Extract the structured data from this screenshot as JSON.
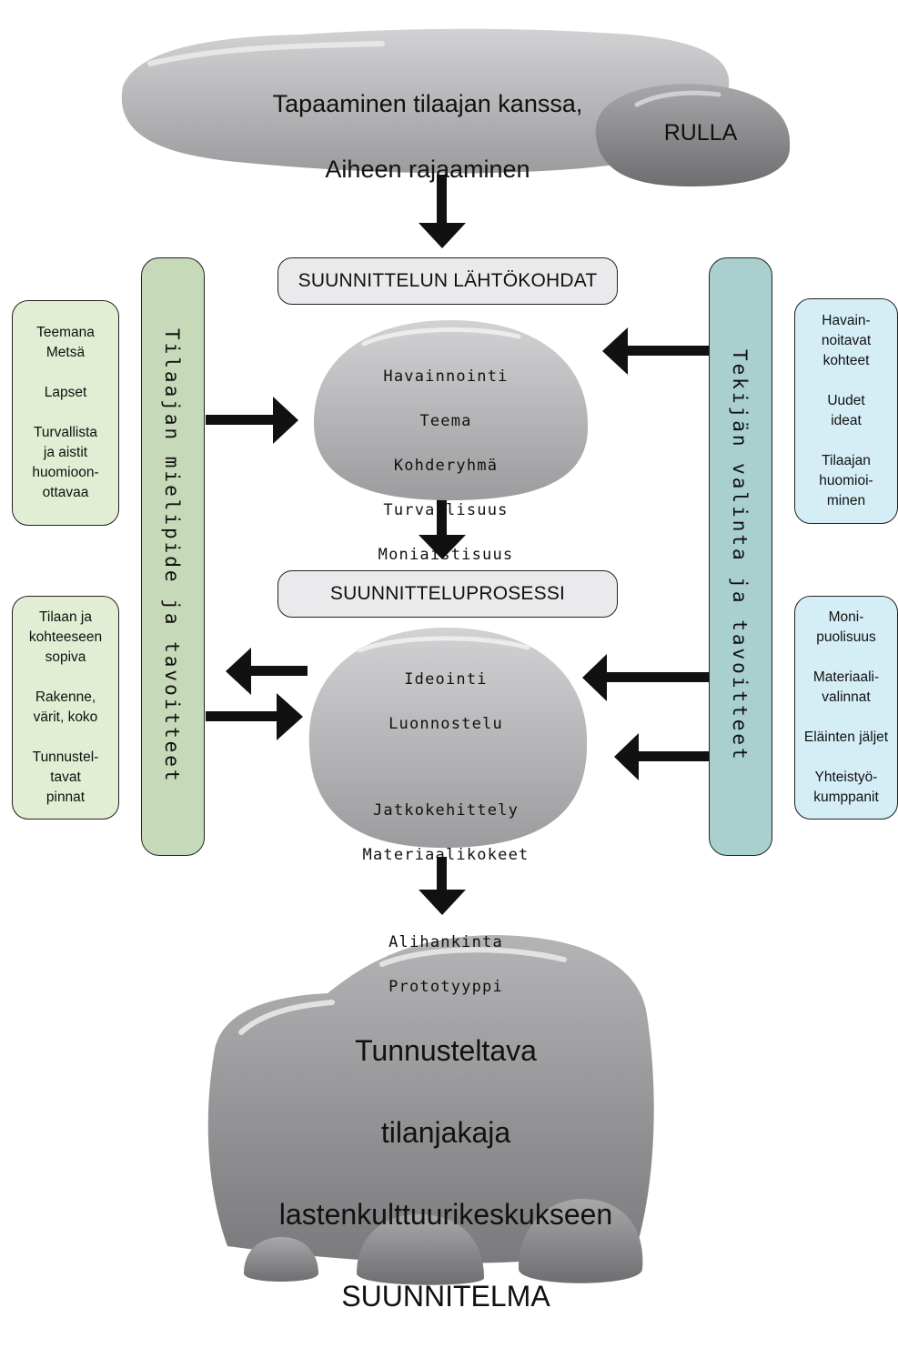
{
  "top": {
    "line1": "Tapaaminen tilaajan kanssa,",
    "line2": "Aiheen rajaaminen",
    "rulla": "RULLA"
  },
  "stage1": {
    "label": "SUUNNITTELUN LÄHTÖKOHDAT",
    "items": [
      "Havainnointi",
      "Teema",
      "Kohderyhmä",
      "Turvallisuus",
      "Moniaistisuus"
    ]
  },
  "stage2": {
    "label": "SUUNNITTELUPROSESSI",
    "items": [
      "Ideointi",
      "Luonnostelu",
      "Jatkokehittely",
      "Materiaalikokeet",
      "Alihankinta",
      "Prototyyppi"
    ]
  },
  "left_bar": "Tilaajan mielipide ja tavoitteet",
  "right_bar": "Tekijän valinta ja tavoitteet",
  "left_box1": {
    "g1": "Teemana\nMetsä",
    "g2": "Lapset",
    "g3": "Turvallista\nja aistit\nhuomioon-\nottavaa"
  },
  "left_box2": {
    "g1": "Tilaan ja\nkohteeseen\nsopiva",
    "g2": "Rakenne,\nvärit, koko",
    "g3": "Tunnustel-\ntavat\npinnat"
  },
  "right_box1": {
    "g1": "Havain-\nnoitavat\nkohteet",
    "g2": "Uudet\nideat",
    "g3": "Tilaajan\nhuomioi-\nminen"
  },
  "right_box2": {
    "g1": "Moni-\npuolisuus",
    "g2": "Materiaali-\nvalinnat",
    "g3": "Eläinten jäljet",
    "g4": "Yhteistyö-\nkumppanit"
  },
  "result": {
    "l1": "Tunnusteltava",
    "l2": "tilanjakaja",
    "l3": "lastenkulttuurikeskukseen",
    "l4": "SUUNNITELMA"
  },
  "colors": {
    "left_bar": "#c6d9b8",
    "right_bar": "#a9cfcf",
    "left_box": "#e1eed3",
    "right_box": "#d5eef6",
    "rock": "#a9a9ab",
    "rock_dark": "#7d7d80"
  }
}
